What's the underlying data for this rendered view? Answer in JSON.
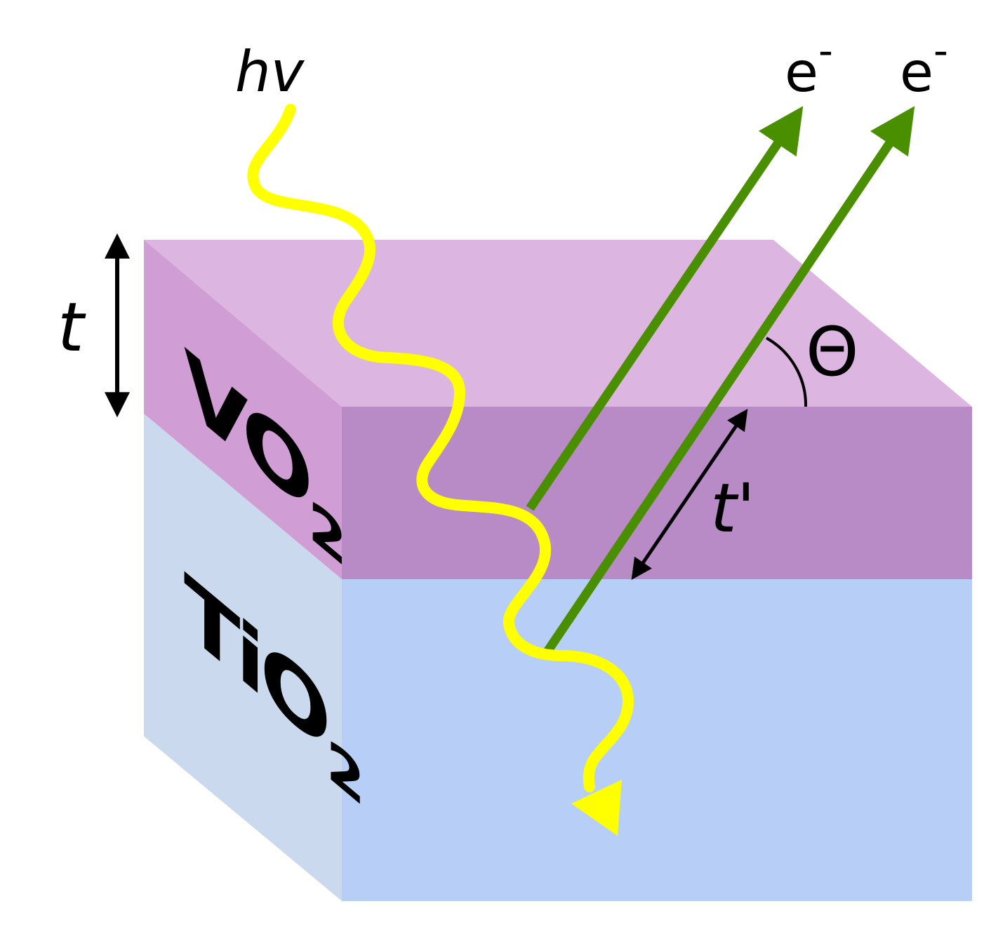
{
  "labels": {
    "photon": "hv",
    "electron_1": "e",
    "electron_1_sup": "-",
    "electron_2": "e",
    "electron_2_sup": "-",
    "thickness": "t",
    "path_length": "t'",
    "angle": "Θ",
    "film_name": "VO",
    "film_sub": "2",
    "substrate_name": "TiO",
    "substrate_sub": "2"
  },
  "colors": {
    "vo2_top": "#dcb6e0",
    "vo2_left": "#d09ed5",
    "vo2_front": "#b88ac6",
    "tio2_left": "#cad9ee",
    "tio2_front": "#b7cff7",
    "photon": "#ffff00",
    "electron": "#4a8f00",
    "dimension": "#000000"
  }
}
